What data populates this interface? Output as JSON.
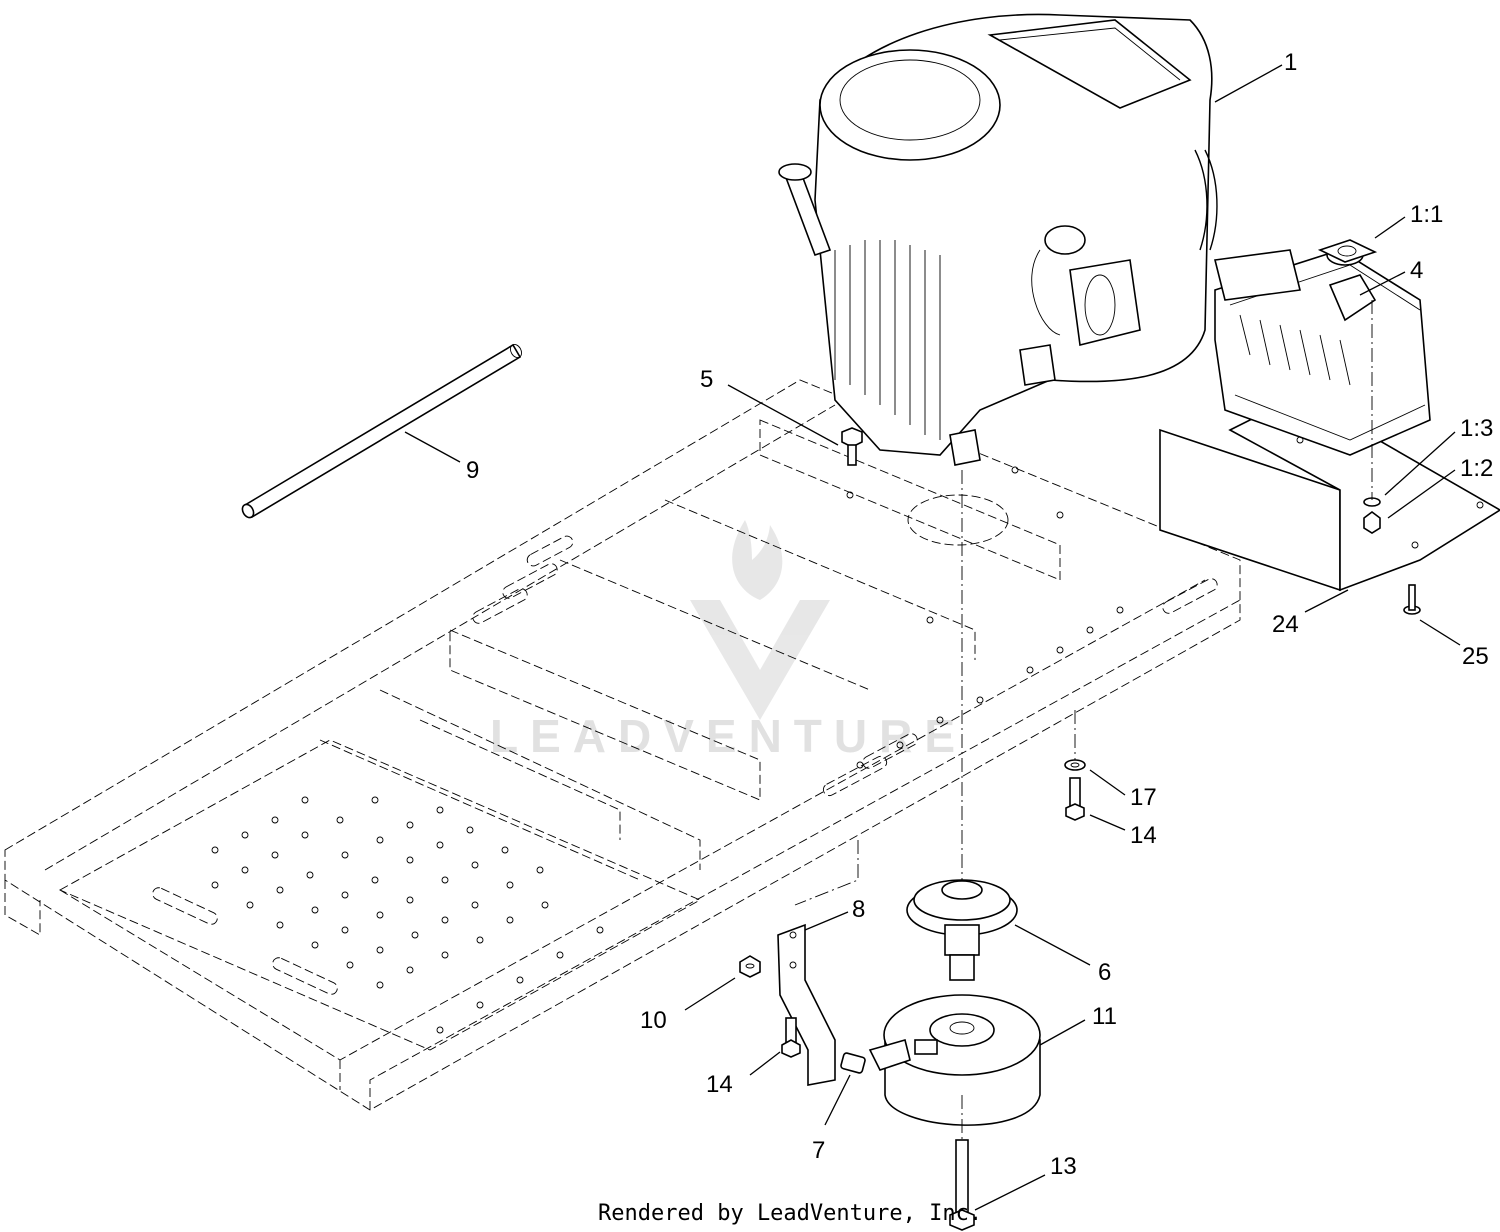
{
  "callouts": [
    {
      "id": "1",
      "label": "1"
    },
    {
      "id": "1_1",
      "label": "1:1"
    },
    {
      "id": "4",
      "label": "4"
    },
    {
      "id": "1_3",
      "label": "1:3"
    },
    {
      "id": "1_2",
      "label": "1:2"
    },
    {
      "id": "5",
      "label": "5"
    },
    {
      "id": "9",
      "label": "9"
    },
    {
      "id": "24",
      "label": "24"
    },
    {
      "id": "25",
      "label": "25"
    },
    {
      "id": "17",
      "label": "17"
    },
    {
      "id": "14a",
      "label": "14"
    },
    {
      "id": "8",
      "label": "8"
    },
    {
      "id": "6",
      "label": "6"
    },
    {
      "id": "10",
      "label": "10"
    },
    {
      "id": "11",
      "label": "11"
    },
    {
      "id": "14b",
      "label": "14"
    },
    {
      "id": "7",
      "label": "7"
    },
    {
      "id": "13",
      "label": "13"
    }
  ],
  "watermark": "LEADVENTURE",
  "credit": "Rendered by LeadVenture, Inc."
}
